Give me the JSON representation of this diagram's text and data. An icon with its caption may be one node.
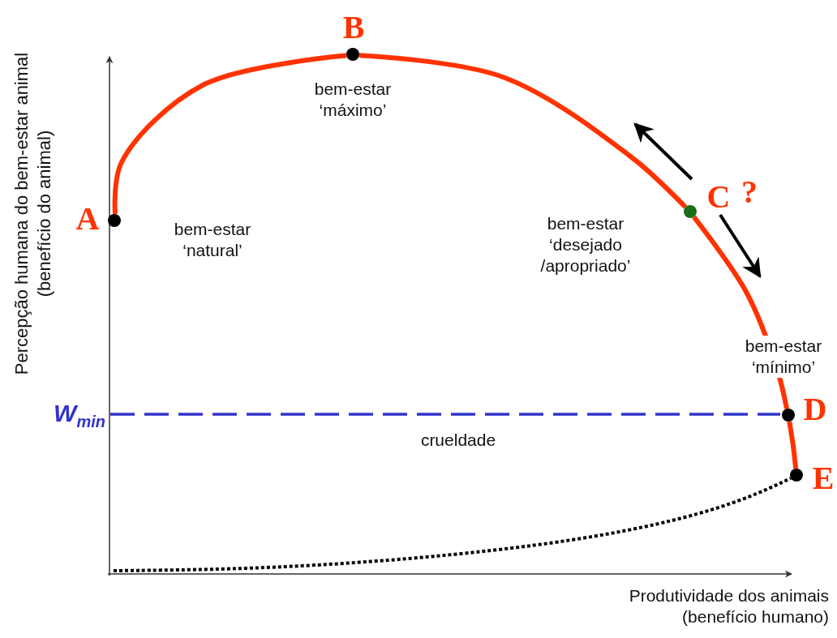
{
  "diagram": {
    "nodes": [
      {
        "text": [],
        "shape": "circle",
        "beside": [
          "A"
        ]
      },
      {
        "text": [],
        "shape": "circle",
        "beside": [
          "B"
        ]
      },
      {
        "text": [],
        "shape": "circle",
        "beside": [
          "C",
          "?"
        ]
      },
      {
        "text": [],
        "shape": "circle",
        "beside": [
          "D"
        ]
      },
      {
        "text": [],
        "shape": "circle",
        "beside": [
          "E"
        ]
      }
    ],
    "edges": [
      {
        "from": 0,
        "to": 1,
        "arrow": "none"
      },
      {
        "from": 1,
        "to": 2,
        "arrow": "none"
      },
      {
        "from": 2,
        "to": 3,
        "arrow": "none"
      },
      {
        "from": 3,
        "to": 4,
        "arrow": "none"
      }
    ],
    "labels": [
      "bem-estar ‘máximo’",
      "bem-estar ‘natural’",
      "bem-estar ‘desejado /apropriado’",
      "bem-estar ‘mínimo’",
      "W$_{min}$",
      "crueldade",
      "Percepção humana do bem-estar animal (benefício do animal)",
      "Produtividade dos animais (benefício humano)"
    ]
  }
}
